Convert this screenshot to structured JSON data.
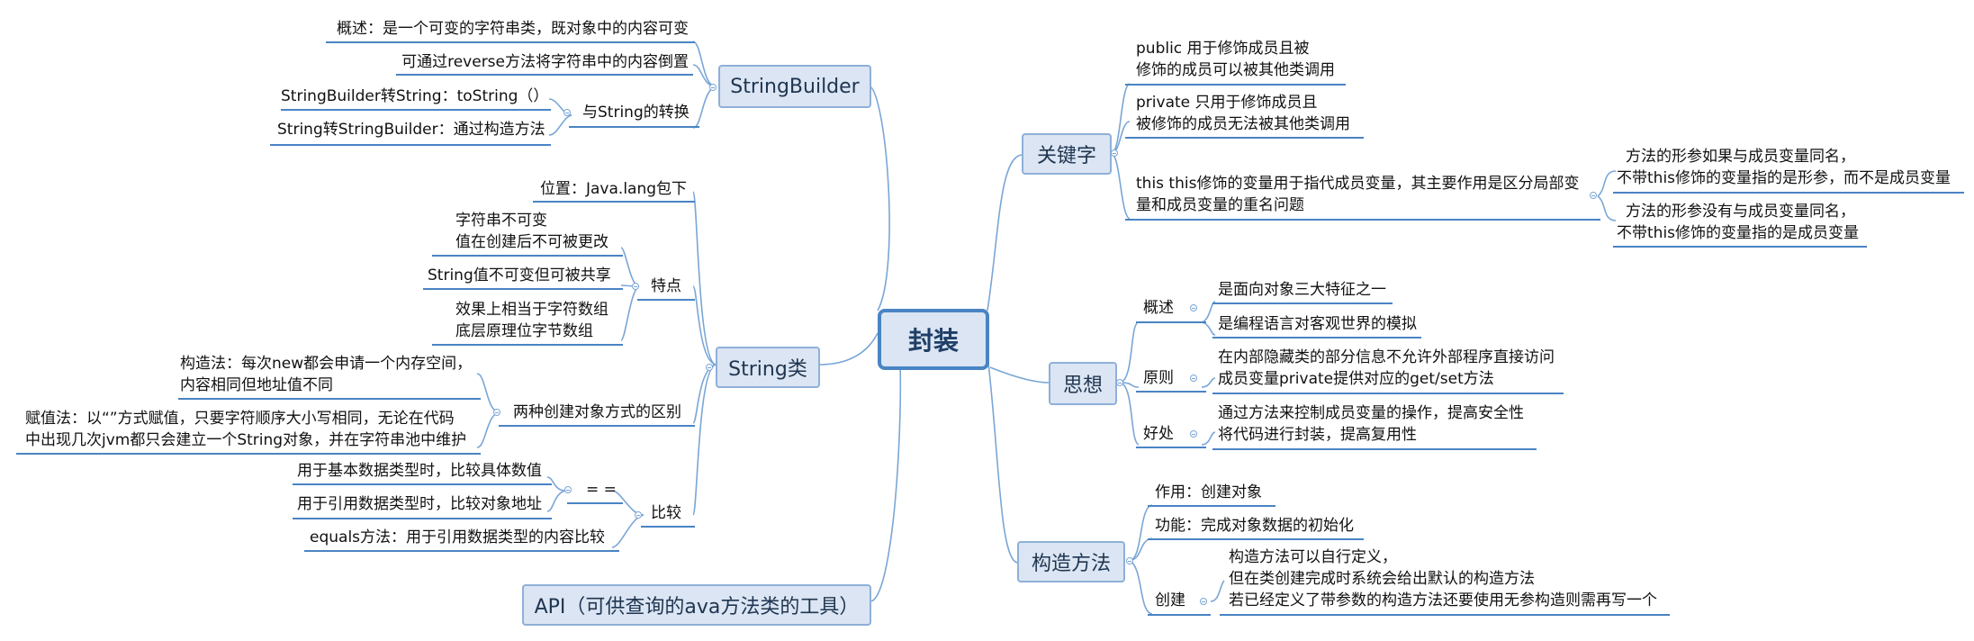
{
  "root": "封装",
  "stringbuilder": {
    "title": "StringBuilder",
    "desc1": "概述：是一个可变的字符串类，既对象中的内容可变",
    "desc2": "可通过reverse方法将字符串中的内容倒置",
    "convert": "与String的转换",
    "conv1": "StringBuilder转String：toString（）",
    "conv2": "String转StringBuilder：通过构造方法"
  },
  "string": {
    "title": "String类",
    "location": "位置：Java.lang包下",
    "feature": "特点",
    "f1a": "字符串不可变",
    "f1b": "值在创建后不可被更改",
    "f2": "String值不可变但可被共享",
    "f3a": "效果上相当于字符数组",
    "f3b": "底层原理位字节数组",
    "create": "两种创建对象方式的区别",
    "cr1a": "构造法：每次new都会申请一个内存空间，",
    "cr1b": "内容相同但地址值不同",
    "cr2a": "赋值法：以“”方式赋值，只要字符顺序大小写相同，无论在代码",
    "cr2b": "中出现几次jvm都只会建立一个String对象，并在字符串池中维护",
    "compare": "比较",
    "eq": "= =",
    "eq1": "用于基本数据类型时，比较具体数值",
    "eq2": "用于引用数据类型时，比较对象地址",
    "equals": "equals方法：用于引用数据类型的内容比较"
  },
  "api": {
    "title": "API（可供查询的ava方法类的工具）"
  },
  "keyword": {
    "title": "关键字",
    "pub1": "public 用于修饰成员且被",
    "pub2": "修饰的成员可以被其他类调用",
    "pri1": "private 只用于修饰成员且",
    "pri2": "被修饰的成员无法被其他类调用",
    "this1": "this this修饰的变量用于指代成员变量，其主要作用是区分局部变",
    "this2": "量和成员变量的重名问题",
    "t1a": "方法的形参如果与成员变量同名，",
    "t1b": "不带this修饰的变量指的是形参，而不是成员变量",
    "t2a": "方法的形参没有与成员变量同名，",
    "t2b": "不带this修饰的变量指的是成员变量"
  },
  "idea": {
    "title": "思想",
    "overview": "概述",
    "ov1": "是面向对象三大特征之一",
    "ov2": "是编程语言对客观世界的模拟",
    "principle": "原则",
    "pr1": "在内部隐藏类的部分信息不允许外部程序直接访问",
    "pr2": "成员变量private提供对应的get/set方法",
    "benefit": "好处",
    "be1": "通过方法来控制成员变量的操作，提高安全性",
    "be2": "将代码进行封装，提高复用性"
  },
  "ctor": {
    "title": "构造方法",
    "use": "作用：创建对象",
    "func": "功能：完成对象数据的初始化",
    "create": "创建",
    "c1": "构造方法可以自行定义，",
    "c2": "但在类创建完成时系统会给出默认的构造方法",
    "c3": "若已经定义了带参数的构造方法还要使用无参构造则需再写一个"
  },
  "colors": {
    "line": "#4a84c4",
    "box": "#dbe5f3",
    "rootBorder": "#4a84c4"
  }
}
